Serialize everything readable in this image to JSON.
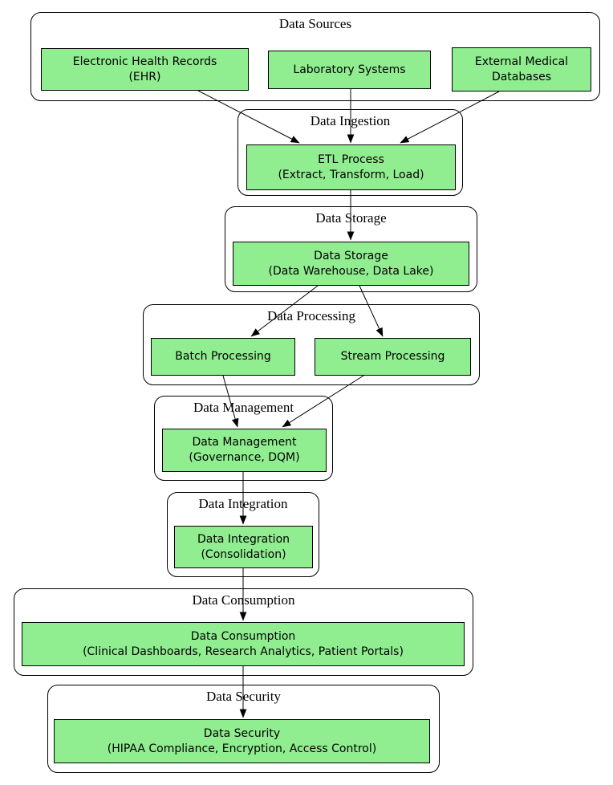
{
  "clusters": [
    {
      "id": "sources",
      "title": "Data Sources"
    },
    {
      "id": "ingestion",
      "title": "Data Ingestion"
    },
    {
      "id": "storage",
      "title": "Data Storage"
    },
    {
      "id": "processing",
      "title": "Data Processing"
    },
    {
      "id": "management",
      "title": "Data Management"
    },
    {
      "id": "integration",
      "title": "Data Integration"
    },
    {
      "id": "consumption",
      "title": "Data Consumption"
    },
    {
      "id": "security",
      "title": "Data Security"
    }
  ],
  "nodes": {
    "ehr": {
      "label": "Electronic Health Records\n(EHR)"
    },
    "lab": {
      "label": "Laboratory Systems"
    },
    "extmed": {
      "label": "External Medical\nDatabases"
    },
    "etl": {
      "label": "ETL Process\n(Extract, Transform, Load)"
    },
    "storage": {
      "label": "Data Storage\n(Data Warehouse, Data Lake)"
    },
    "batch": {
      "label": "Batch Processing"
    },
    "stream": {
      "label": "Stream Processing"
    },
    "management": {
      "label": "Data Management\n(Governance, DQM)"
    },
    "integration": {
      "label": "Data Integration\n(Consolidation)"
    },
    "consumption": {
      "label": "Data Consumption\n(Clinical Dashboards, Research Analytics, Patient Portals)"
    },
    "security": {
      "label": "Data Security\n(HIPAA Compliance, Encryption, Access Control)"
    }
  },
  "edges": [
    {
      "from": "ehr",
      "to": "etl"
    },
    {
      "from": "lab",
      "to": "etl"
    },
    {
      "from": "extmed",
      "to": "etl"
    },
    {
      "from": "etl",
      "to": "storage"
    },
    {
      "from": "storage",
      "to": "batch"
    },
    {
      "from": "storage",
      "to": "stream"
    },
    {
      "from": "batch",
      "to": "management"
    },
    {
      "from": "stream",
      "to": "management"
    },
    {
      "from": "management",
      "to": "integration"
    },
    {
      "from": "integration",
      "to": "consumption"
    },
    {
      "from": "consumption",
      "to": "security"
    }
  ],
  "colors": {
    "node_fill": "#90ee90",
    "node_border": "#000000",
    "cluster_border": "#000000",
    "edge": "#000000",
    "text": "#000000",
    "background": "#ffffff"
  }
}
